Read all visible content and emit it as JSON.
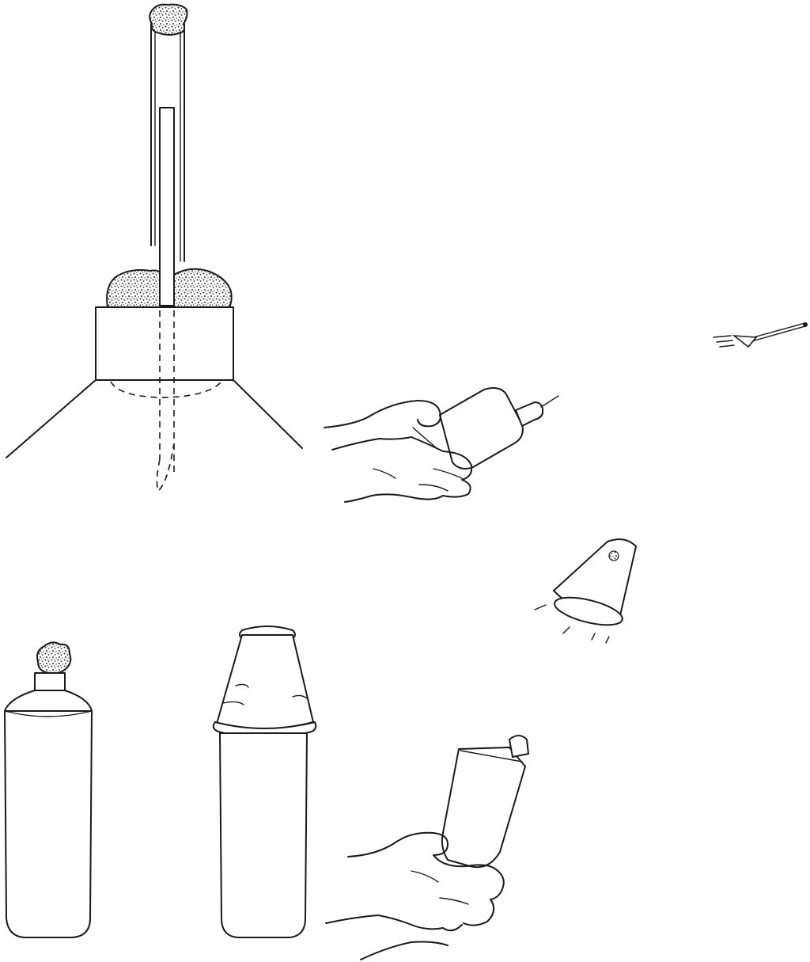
{
  "figure": {
    "background": "#ffffff",
    "ink_color": "#1a1a1a",
    "panels": [
      {
        "name": "launcher-assembly",
        "parts": [
          "cotton-wad",
          "launch-tube",
          "rod",
          "packing-material",
          "collar-block",
          "plastic-bag",
          "nozzle-end"
        ]
      },
      {
        "name": "squeeze-bottle-dart",
        "parts": [
          "hand",
          "squeeze-bottle",
          "needle-nozzle",
          "flying-dart"
        ]
      },
      {
        "name": "bottle-with-wad",
        "parts": [
          "bottle",
          "cotton-wad"
        ]
      },
      {
        "name": "bottle-with-cup",
        "parts": [
          "bottle",
          "paper-cup"
        ]
      },
      {
        "name": "squeeze-bottle-cup",
        "parts": [
          "hand",
          "squeeze-bottle",
          "flying-cup"
        ]
      }
    ]
  }
}
